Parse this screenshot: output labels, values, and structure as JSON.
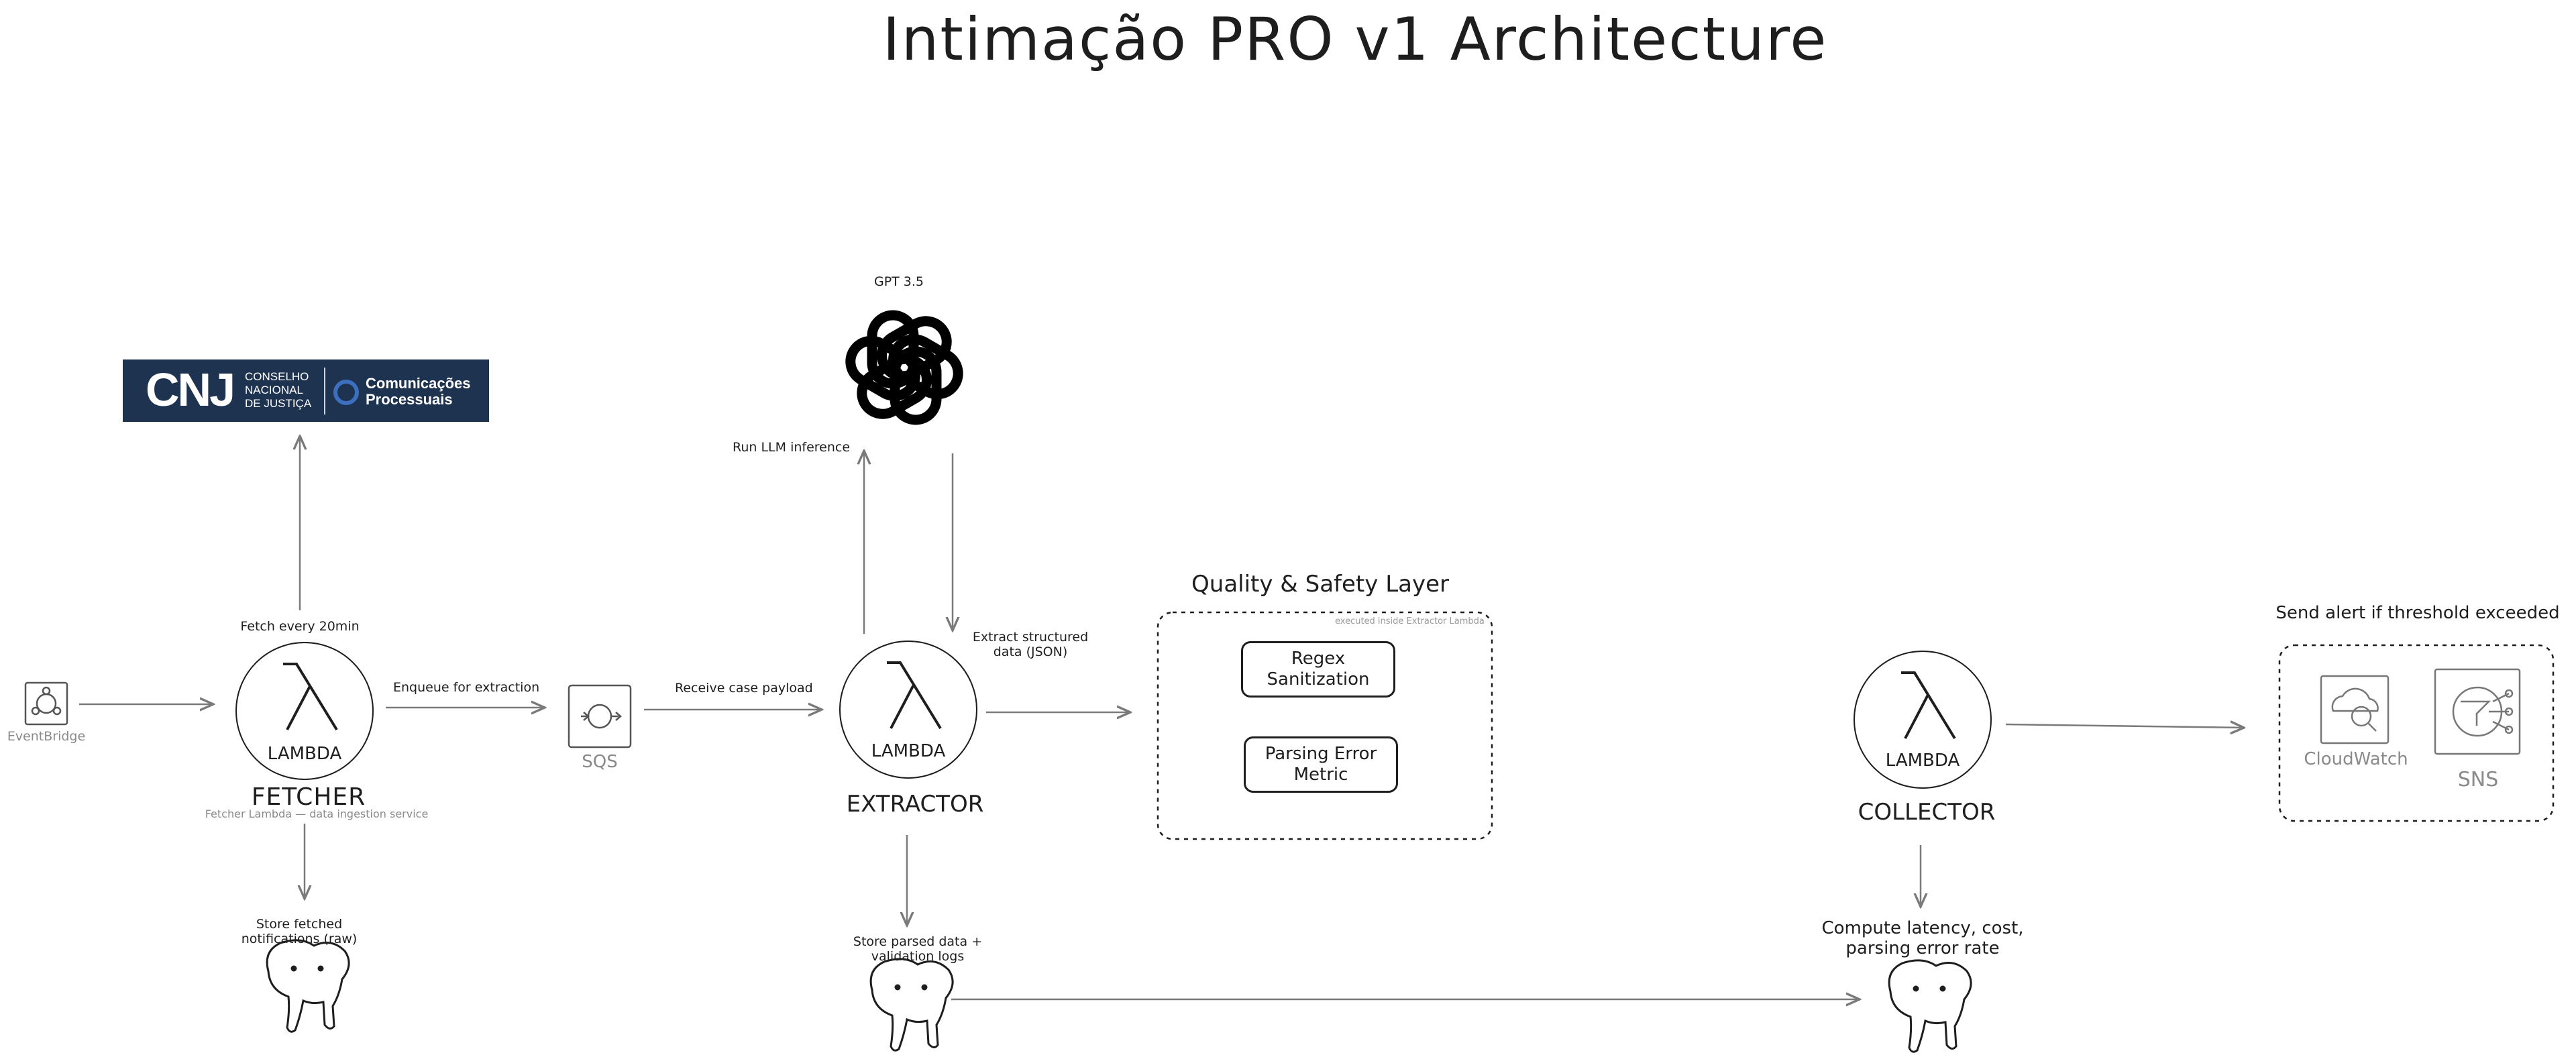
{
  "title": "Intimação PRO v1 Architecture",
  "nodes": {
    "eventbridge": "EventBridge",
    "cnj": {
      "mark": "CNJ",
      "institution": [
        "CONSELHO",
        "NACIONAL",
        "DE JUSTIÇA"
      ],
      "service": [
        "Comunicações",
        "Processuais"
      ]
    },
    "fetcher": {
      "lambda_label": "LAMBDA",
      "name": "FETCHER",
      "subtitle": "Fetcher Lambda — data ingestion service",
      "schedule": "Fetch every 20min"
    },
    "sqs": "SQS",
    "gpt": "GPT 3.5",
    "extractor": {
      "lambda_label": "LAMBDA",
      "name": "EXTRACTOR"
    },
    "quality_layer": {
      "title": "Quality & Safety Layer",
      "note": "executed inside Extractor Lambda",
      "items": [
        "Regex Sanitization",
        "Parsing Error Metric"
      ]
    },
    "collector": {
      "lambda_label": "LAMBDA",
      "name": "COLLECTOR"
    },
    "alerts": {
      "title": "Send alert if threshold exceeded",
      "cloudwatch": "CloudWatch",
      "sns": "SNS"
    }
  },
  "edges": {
    "enqueue": "Enqueue for extraction",
    "receive": "Receive case payload",
    "run_llm": "Run LLM inference",
    "extract_json": [
      "Extract structured",
      "data (JSON)"
    ],
    "store_raw": [
      "Store fetched",
      "notifications (raw)"
    ],
    "store_parsed": [
      "Store parsed data +",
      "validation logs"
    ],
    "compute": [
      "Compute latency, cost,",
      "parsing error rate"
    ]
  },
  "colors": {
    "ink": "#1e1e1e",
    "line": "#8a8a8a",
    "cnj_bg": "#1d3350",
    "cnj_accent": "#3d6fbf"
  },
  "icons": [
    "eventbridge-icon",
    "lambda-icon",
    "sqs-icon",
    "openai-logo",
    "postgresql-elephant-icon",
    "cloudwatch-icon",
    "sns-icon"
  ]
}
